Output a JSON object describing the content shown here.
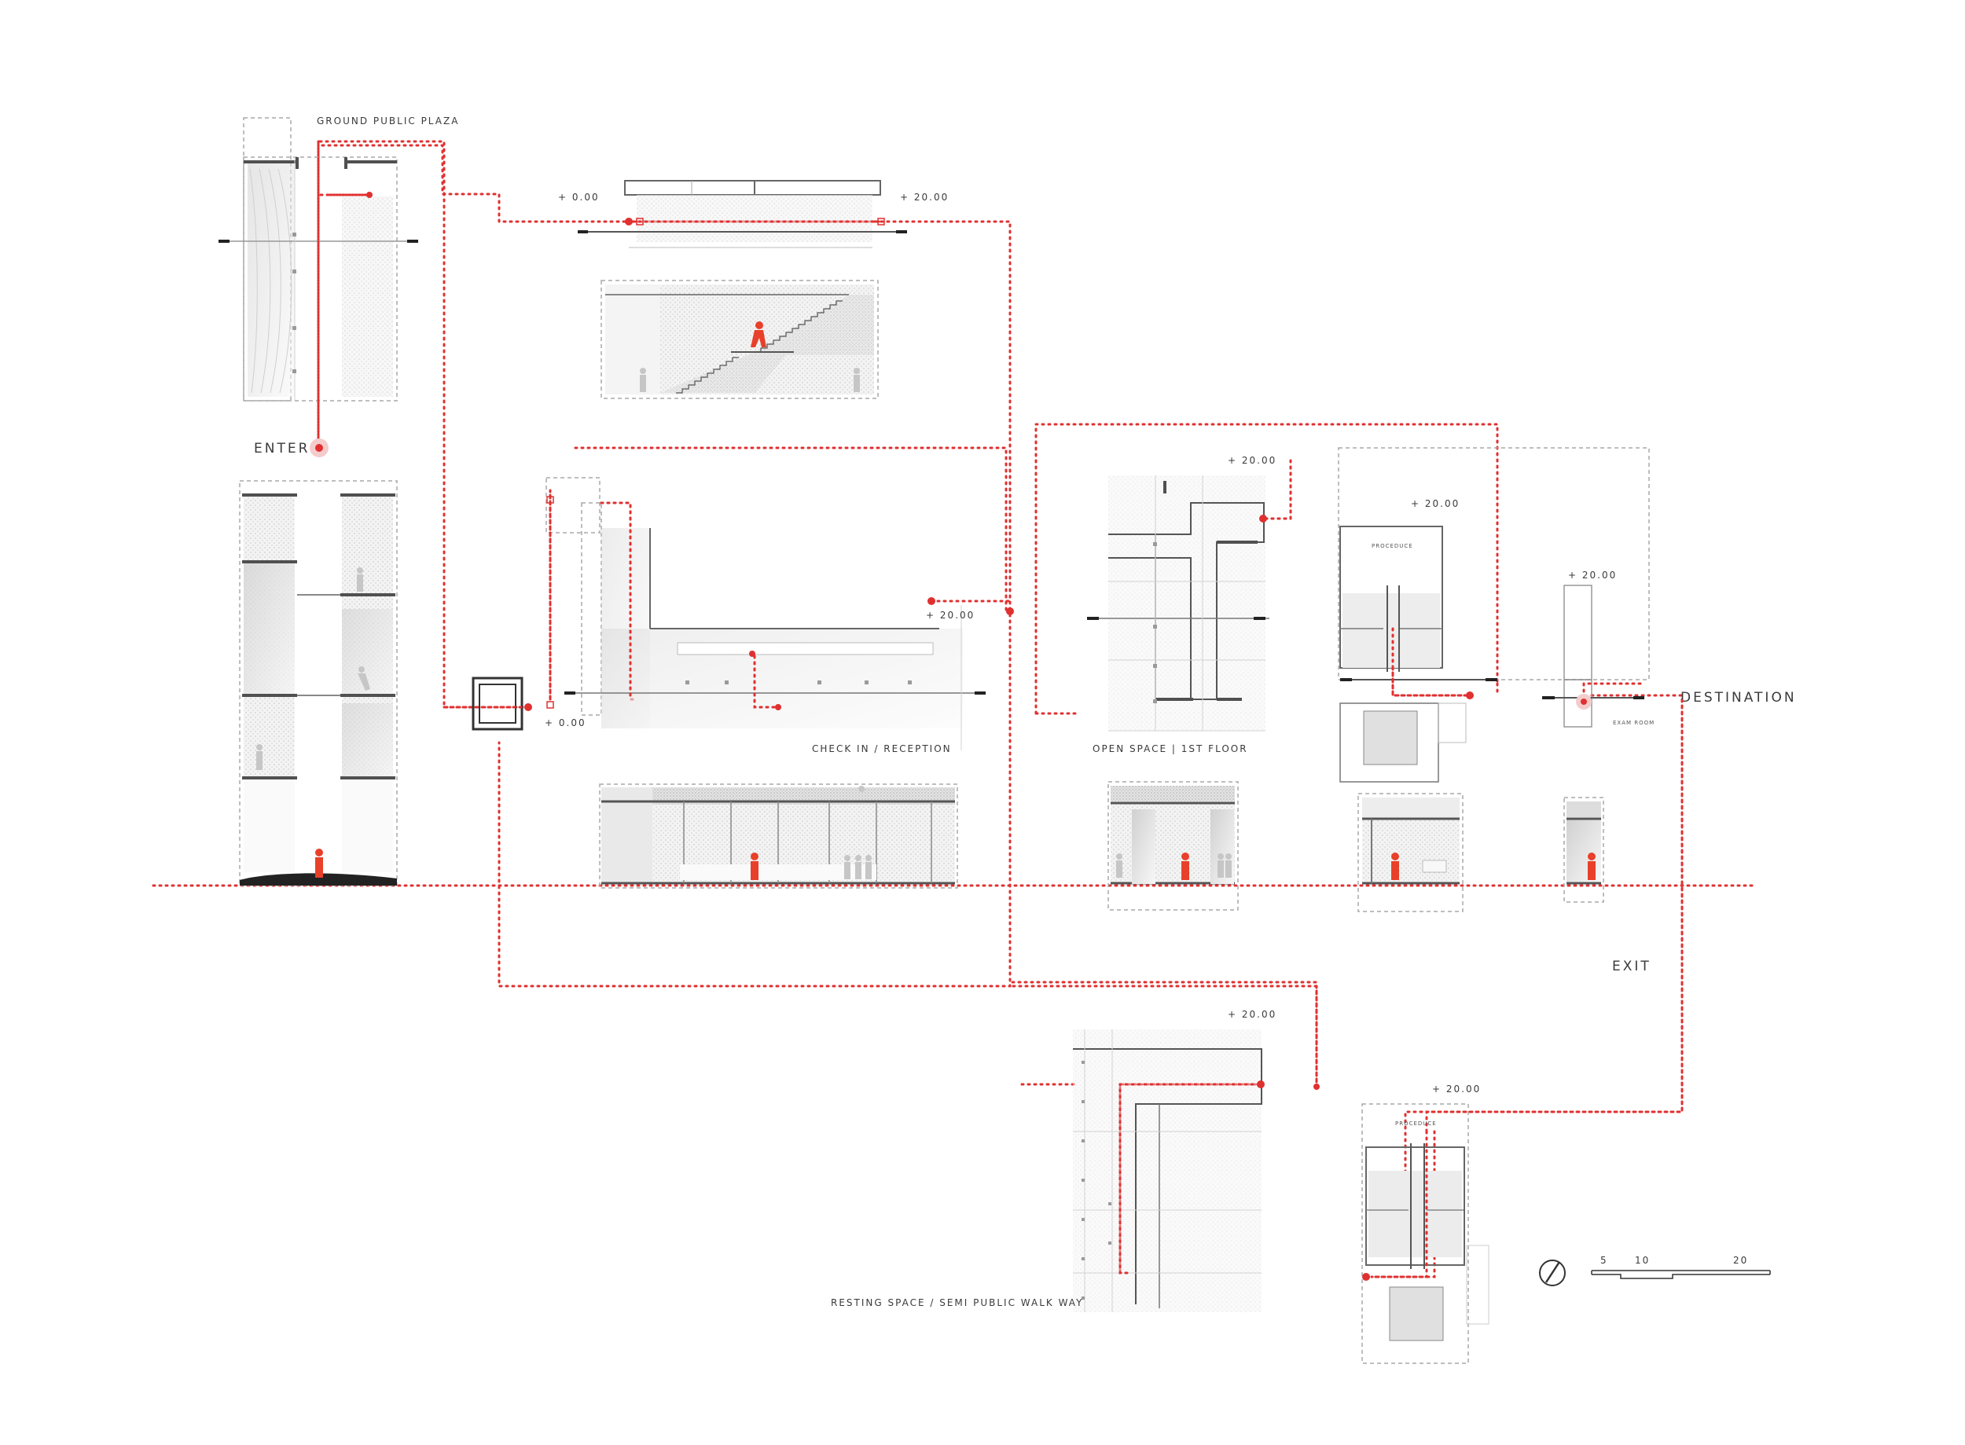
{
  "labels": {
    "ground_public_plaza": "GROUND PUBLIC PLAZA",
    "enter": "ENTER",
    "check_in": "CHECK IN / RECEPTION",
    "open_space": "OPEN SPACE  | 1ST FLOOR",
    "destination": "DESTINATION",
    "exit": "EXIT",
    "resting_space": "RESTING SPACE / SEMI PUBLIC WALK WAY"
  },
  "levels": {
    "bridge_start": "+ 0.00",
    "bridge_end": "+ 20.00",
    "reception_low": "+ 0.00",
    "reception_high": "+ 20.00",
    "open_space": "+ 20.00",
    "room_a": "+ 20.00",
    "room_b": "+ 20.00",
    "resting": "+ 20.00",
    "room_lower": "+ 20.00"
  },
  "room_tags": {
    "room_a": "PROCEDUCE",
    "room_lower": "PROCEDUCE",
    "room_b": "EXAM ROOM"
  },
  "scale_bar": {
    "ticks": [
      "5",
      "10",
      "20"
    ]
  },
  "colors": {
    "route": "#e03030",
    "figure": "#e8402a",
    "line": "#505050",
    "frame": "#a8a8a8"
  },
  "icons": [
    "north-arrow-icon",
    "location-target-icon",
    "human-figure-icon"
  ]
}
